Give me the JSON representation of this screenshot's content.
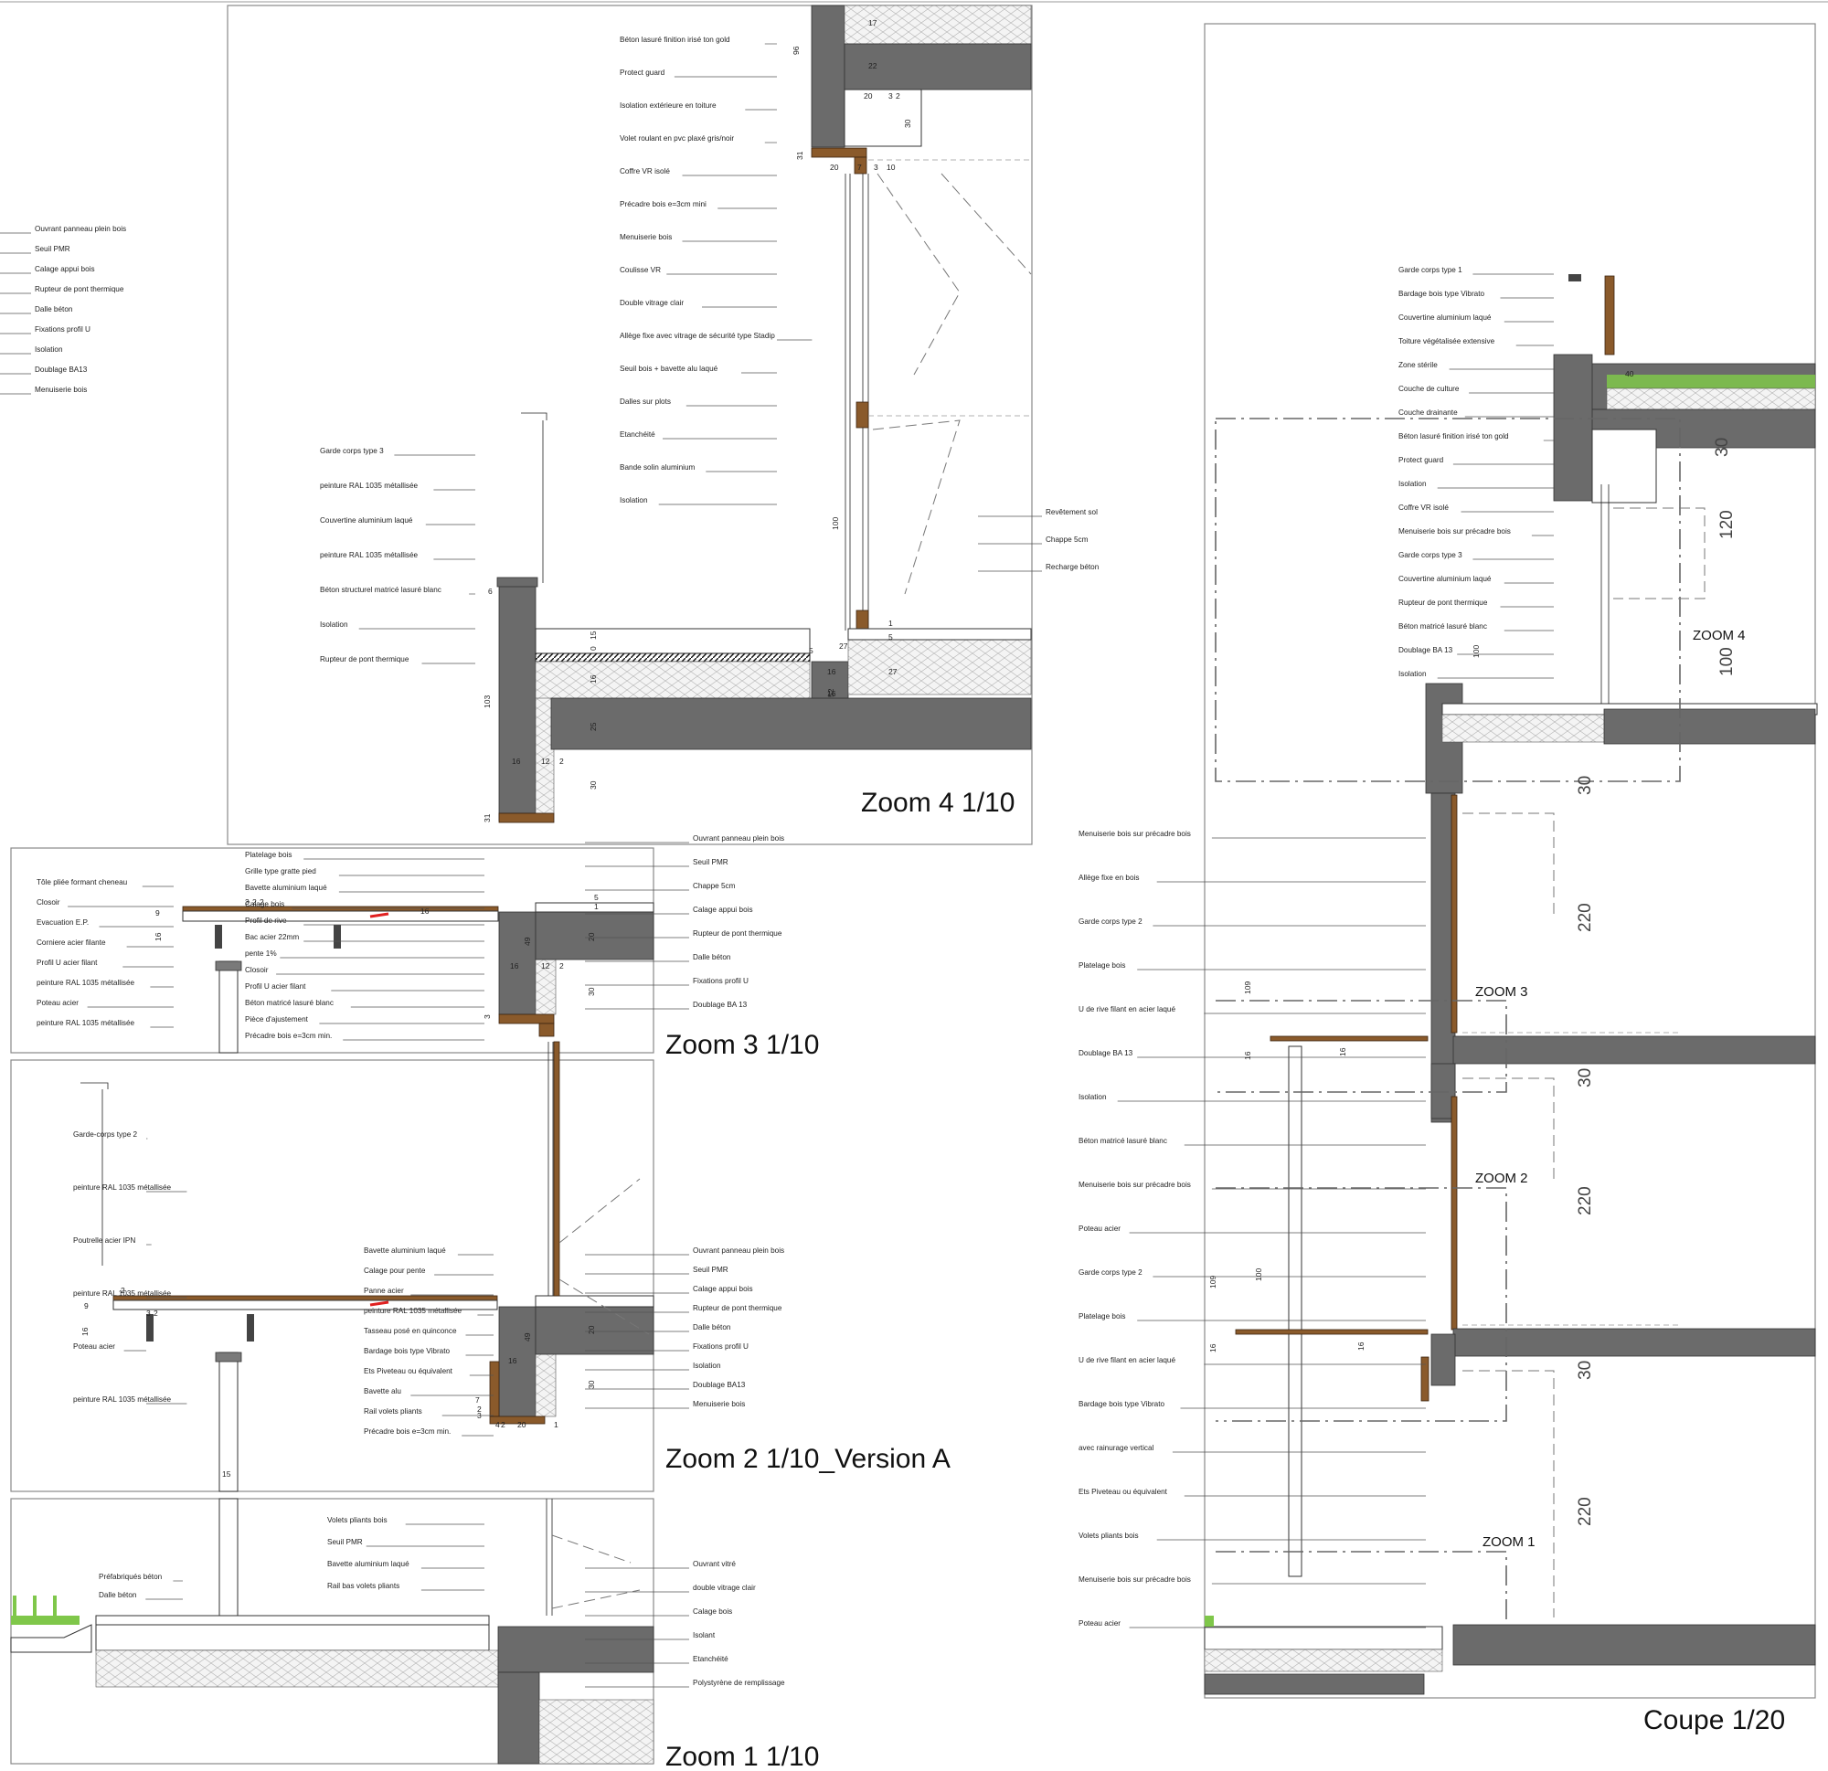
{
  "colors": {
    "concrete": "#6b6b6b",
    "wood": "#8a5a2b",
    "green_roof": "#7fc74a",
    "accent_red": "#e02020"
  },
  "left_legend": [
    "Ouvrant panneau plein bois",
    "Seuil PMR",
    "Calage appui bois",
    "Rupteur de pont thermique",
    "Dalle béton",
    "Fixations profil U",
    "Isolation",
    "Doublage BA13",
    "Menuiserie bois"
  ],
  "zoom4": {
    "title": "Zoom 4 1/10",
    "right_labels": [
      "Béton lasuré finition irisé ton gold",
      "Protect guard",
      "Isolation extérieure en toiture",
      "Volet roulant en pvc plaxé gris/noir",
      "Coffre VR isolé",
      "Précadre bois e=3cm mini",
      "Menuiserie bois",
      "Coulisse VR",
      "Double vitrage clair",
      "Allège fixe avec vitrage de sécurité type Stadip",
      "Seuil bois + bavette alu laqué",
      "Dalles sur plots",
      "Etanchéité",
      "Bande solin aluminium",
      "Isolation"
    ],
    "far_right_labels": [
      "Revêtement sol",
      "Chappe 5cm",
      "Recharge béton"
    ],
    "left_labels": [
      "Garde corps type 3",
      "peinture RAL 1035 métallisée",
      "Couvertine aluminium laqué",
      "peinture RAL 1035 métallisée",
      "Béton structurel matricé lasuré blanc",
      "Isolation",
      "Rupteur de pont thermique"
    ],
    "dims": [
      "17",
      "96",
      "22",
      "20",
      "3",
      "2",
      "30",
      "31",
      "20",
      "7",
      "3",
      "10",
      "100",
      "1",
      "5",
      "15",
      "0",
      "27",
      "5",
      "16",
      "27",
      "16",
      "52",
      "25",
      "6",
      "103",
      "16",
      "12",
      "2",
      "30",
      "31"
    ]
  },
  "zoom3": {
    "title": "Zoom 3 1/10",
    "labels_left": [
      "Tôle pliée formant cheneau",
      "Closoir",
      "Evacuation E.P.",
      "Corniere acier filante",
      "Profil U acier filant",
      "peinture RAL 1035 métallisée",
      "Poteau acier",
      "peinture RAL 1035 métallisée"
    ],
    "labels_mid": [
      "Platelage bois",
      "Grille type gratte pied",
      "Bavette aluminium laqué",
      "Calage bois",
      "Profil de rive",
      "Bac acier 22mm",
      "pente 1%",
      "Closoir",
      "Profil U acier filant",
      "Béton matricé lasuré blanc",
      "Pièce d'ajustement",
      "Précadre bois e=3cm min."
    ],
    "labels_right": [
      "Ouvrant panneau plein bois",
      "Seuil PMR",
      "Chappe 5cm",
      "Calage appui bois",
      "Rupteur de pont thermique",
      "Dalle béton",
      "Fixations profil U",
      "Doublage BA 13"
    ],
    "dims": [
      "3",
      "2",
      "2",
      "9",
      "16",
      "16",
      "49",
      "20",
      "16",
      "12",
      "2",
      "30",
      "3",
      "1",
      "5",
      "1"
    ]
  },
  "zoom2": {
    "title": "Zoom 2 1/10_Version A",
    "labels_left": [
      "Garde-corps type 2",
      "peinture RAL 1035 métallisée",
      "Poutrelle acier IPN",
      "peinture RAL 1035 métallisée",
      "Poteau acier",
      "peinture RAL 1035 métallisée"
    ],
    "labels_mid": [
      "Bavette aluminium laqué",
      "Calage pour pente",
      "Panne acier",
      "peinture RAL 1035 métallisée",
      "Tasseau posé en quinconce",
      "Bardage bois type Vibrato",
      "Ets Piveteau ou équivalent",
      "Bavette alu",
      "Rail volets pliants",
      "Précadre bois e=3cm min."
    ],
    "labels_right": [
      "Ouvrant panneau plein bois",
      "Seuil PMR",
      "Calage appui bois",
      "Rupteur de pont thermique",
      "Dalle béton",
      "Fixations profil U",
      "Isolation",
      "Doublage BA13",
      "Menuiserie bois"
    ],
    "dims": [
      "9",
      "2",
      "3",
      "2",
      "16",
      "20",
      "49",
      "16",
      "30",
      "2",
      "3",
      "4",
      "2",
      "20",
      "7",
      "1",
      "15"
    ]
  },
  "zoom1": {
    "title": "Zoom 1 1/10",
    "labels_left": [
      "Préfabriqués béton",
      "Dalle béton"
    ],
    "labels_mid": [
      "Volets pliants bois",
      "Seuil PMR",
      "Bavette aluminium laqué",
      "Rail bas volets pliants"
    ],
    "labels_right": [
      "Ouvrant vitré",
      "double vitrage clair",
      "Calage bois",
      "Isolant",
      "Etanchéité",
      "Polystyrène de remplissage"
    ]
  },
  "coupe": {
    "title": "Coupe 1/20",
    "zoom_tags": [
      "ZOOM 4",
      "ZOOM 3",
      "ZOOM 2",
      "ZOOM 1"
    ],
    "labels_top": [
      "Garde corps type 1",
      "Bardage bois type Vibrato",
      "Couvertine aluminium laqué",
      "Toiture végétalisée extensive",
      "Zone stérile",
      "Couche de culture",
      "Couche drainante",
      "Béton lasuré finition irisé ton gold",
      "Protect guard",
      "Isolation",
      "Coffre VR isolé",
      "Menuiserie bois sur précadre bois",
      "Garde corps type 3",
      "Couvertine aluminium laqué",
      "Rupteur de pont thermique",
      "Béton matricé lasuré blanc",
      "Doublage BA 13",
      "Isolation"
    ],
    "labels_mid": [
      "Menuiserie bois sur précadre bois",
      "Allège fixe en bois",
      "Garde corps type 2",
      "Platelage bois",
      "U de rive filant en acier laqué",
      "Doublage BA 13",
      "Isolation",
      "Béton matricé lasuré blanc",
      "Menuiserie bois sur précadre bois",
      "Poteau acier",
      "Garde corps type 2",
      "Platelage bois",
      "U de rive filant en acier laqué",
      "Bardage bois type Vibrato",
      "avec rainurage vertical",
      "Ets Piveteau ou équivalent",
      "Volets pliants bois",
      "Menuiserie bois sur précadre bois",
      "Poteau acier"
    ],
    "big_dims": [
      "30",
      "120",
      "100",
      "30",
      "220",
      "30",
      "220",
      "30",
      "220"
    ],
    "small_dims": [
      "40",
      "100",
      "109",
      "16",
      "16",
      "109",
      "100",
      "16",
      "16"
    ]
  }
}
